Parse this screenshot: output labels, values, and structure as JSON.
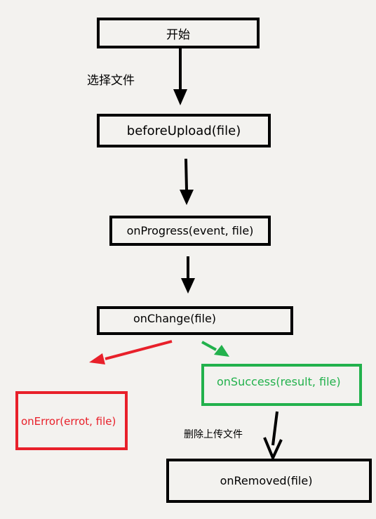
{
  "nodes": {
    "start": "开始",
    "before_upload": "beforeUpload(file)",
    "on_progress": "onProgress(event, file)",
    "on_change": "onChange(file)",
    "on_success": "onSuccess(result, file)",
    "on_error": "onError(errot, file)",
    "on_removed": "onRemoved(file)"
  },
  "edge_labels": {
    "select_file": "选择文件",
    "delete_uploaded_file": "删除上传文件"
  },
  "colors": {
    "default": "#000000",
    "success": "#22b14c",
    "error": "#e8202a",
    "background": "#f3f2ef"
  }
}
